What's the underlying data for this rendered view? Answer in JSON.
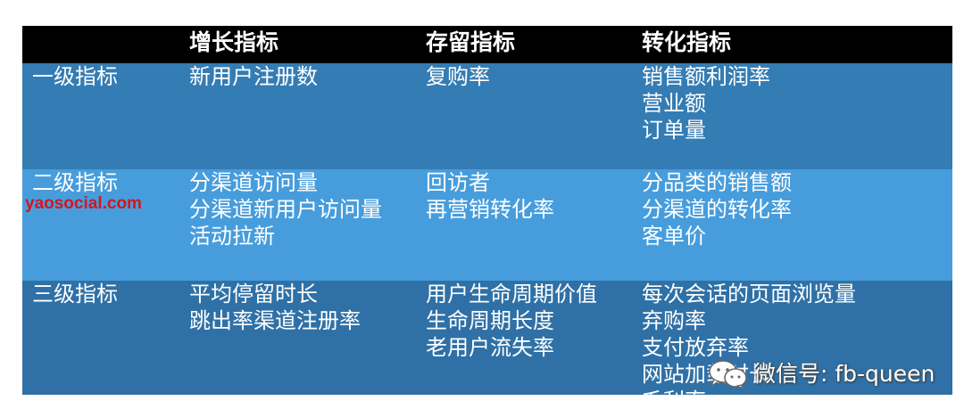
{
  "table": {
    "header": [
      "",
      "增长指标",
      "存留指标",
      "转化指标"
    ],
    "rows": [
      {
        "level": "一级指标",
        "growth": [
          "新用户注册数"
        ],
        "retention": [
          "复购率"
        ],
        "conversion": [
          "销售额利润率",
          "营业额",
          "订单量"
        ]
      },
      {
        "level": "二级指标",
        "growth": [
          "分渠道访问量",
          "分渠道新用户访问量",
          "活动拉新"
        ],
        "retention": [
          "回访者",
          "再营销转化率"
        ],
        "conversion": [
          "分品类的销售额",
          "分渠道的转化率",
          "客单价"
        ]
      },
      {
        "level": "三级指标",
        "growth": [
          "平均停留时长",
          "跳出率渠道注册率"
        ],
        "retention": [
          "用户生命周期价值",
          "生命周期长度",
          "老用户流失率"
        ],
        "conversion": [
          "每次会话的页面浏览量",
          "弃购率",
          "支付放弃率",
          "网站加载时长",
          "毛利率"
        ]
      }
    ]
  },
  "watermarks": {
    "domain": "yaosocial.com",
    "wechat": "微信号: fb-queen"
  },
  "colors": {
    "header_bg": "#000000",
    "row1_bg": "#347cb4",
    "row2_bg": "#479ddc",
    "row3_bg": "#2f71a6",
    "text": "#ffffff",
    "domain_watermark": "#d7141e"
  },
  "icons": {
    "wechat": "wechat-icon"
  }
}
